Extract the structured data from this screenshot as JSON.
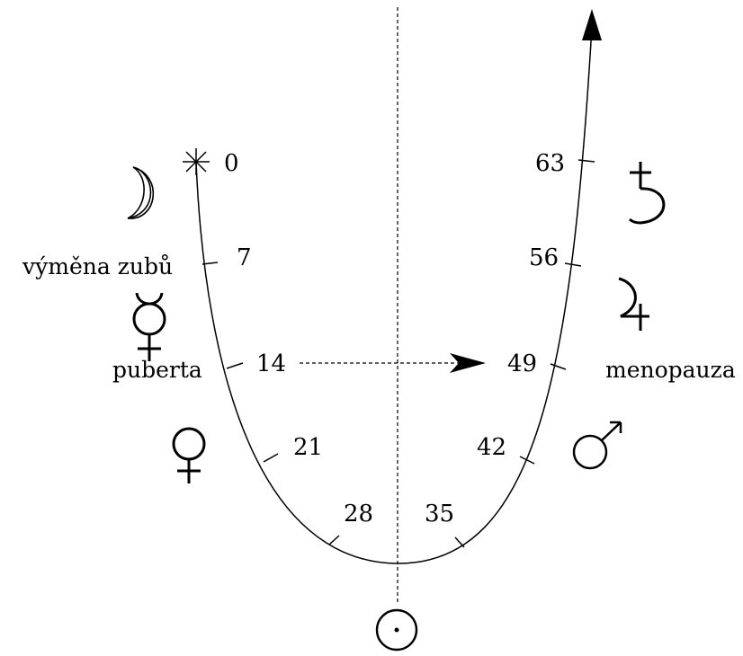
{
  "ages": [
    "0",
    "7",
    "14",
    "21",
    "28",
    "35",
    "42",
    "49",
    "56",
    "63"
  ],
  "labels": {
    "tooth_change": "výměna zubů",
    "puberty": "puberta",
    "menopause": "menopauza"
  },
  "symbols": {
    "start": "star-asterisk",
    "moon": "moon-crescent-icon",
    "mercury": "mercury-icon",
    "venus": "venus-icon",
    "sun": "sun-icon",
    "mars": "mars-icon",
    "jupiter": "jupiter-icon",
    "saturn": "saturn-icon"
  }
}
